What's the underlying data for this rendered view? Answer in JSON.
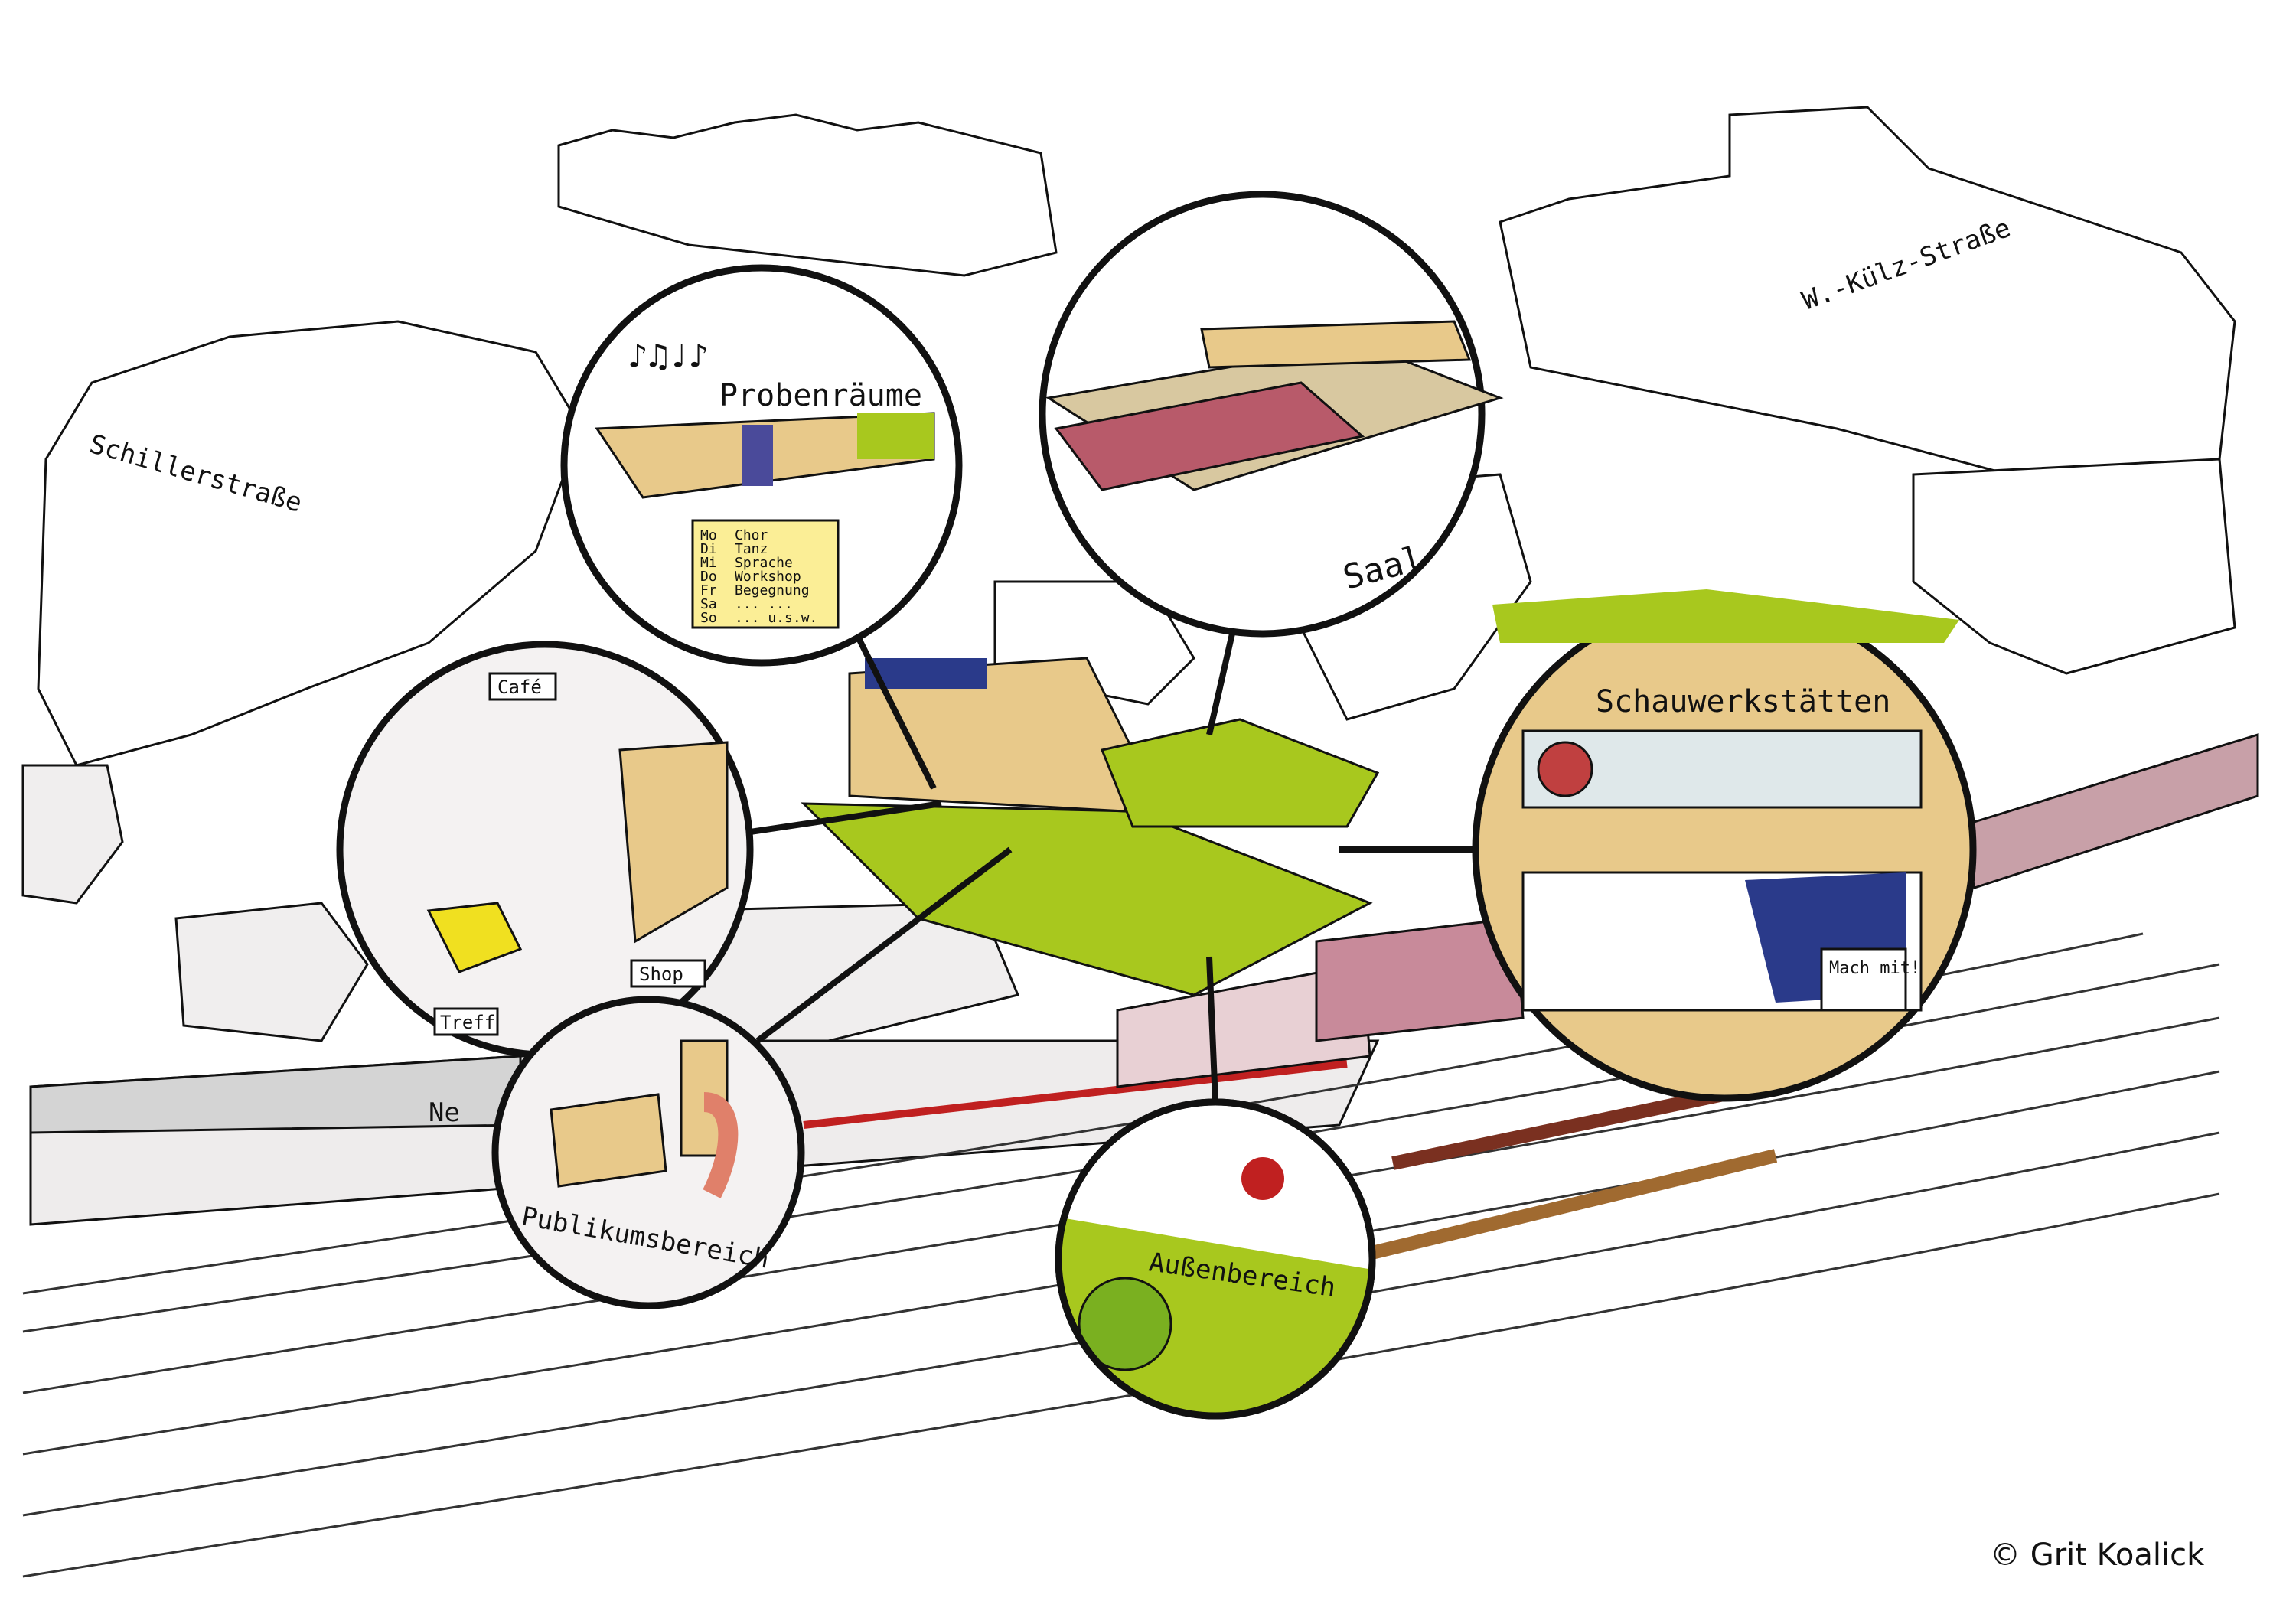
{
  "streets": {
    "schiller": "Schillerstraße",
    "kuelz": "W.-Külz-Straße",
    "partial": "Ne"
  },
  "bubbles": {
    "proben": {
      "title": "Probenräume",
      "schedule": [
        [
          "Mo",
          "Chor"
        ],
        [
          "Di",
          "Tanz"
        ],
        [
          "Mi",
          "Sprache"
        ],
        [
          "Do",
          "Workshop"
        ],
        [
          "Fr",
          "Begegnung"
        ],
        [
          "Sa",
          "... ..."
        ],
        [
          "So",
          "... u.s.w."
        ]
      ]
    },
    "saal": {
      "title": "Saal"
    },
    "cafe": {
      "cafe": "Café",
      "shop": "Shop",
      "treff": "Treff"
    },
    "schau": {
      "title": "Schauwerkstätten",
      "sign": "Mach mit!"
    },
    "publikum": {
      "title": "Publikumsbereich"
    },
    "aussen": {
      "title": "Außenbereich"
    }
  },
  "credit": "© Grit Koalick",
  "colors": {
    "green": "#a8c81e",
    "ochre": "#e8c98a",
    "rose": "#b85a6a",
    "blue": "#2a3a8a",
    "grey": "#d9d9d9"
  }
}
